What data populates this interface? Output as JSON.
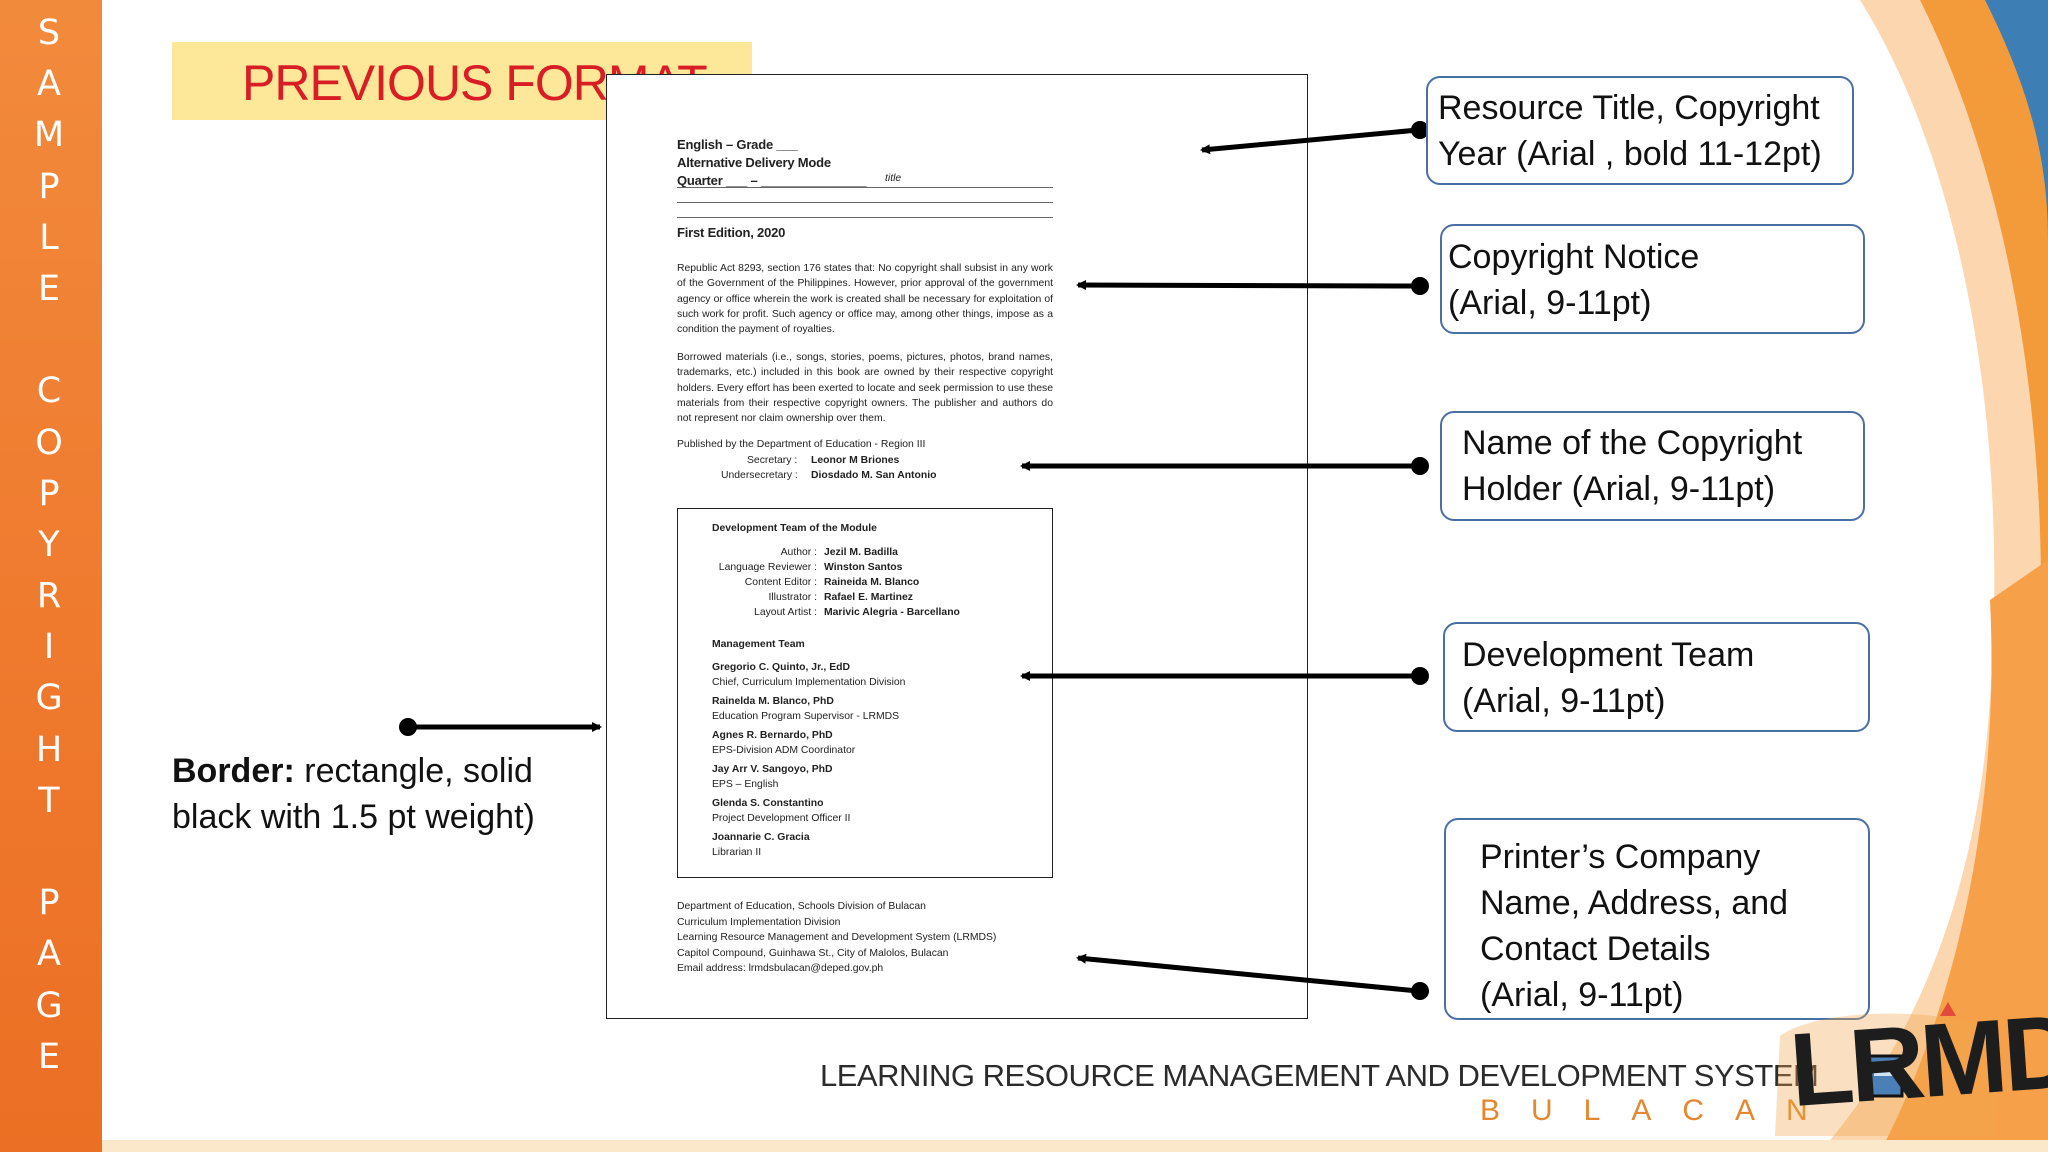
{
  "side_band": {
    "letters": [
      "S",
      "A",
      "M",
      "P",
      "L",
      "E",
      "",
      "C",
      "O",
      "P",
      "Y",
      "R",
      "I",
      "G",
      "H",
      "T",
      "",
      "P",
      "A",
      "G",
      "E"
    ]
  },
  "banner": {
    "title": "PREVIOUS FORMAT"
  },
  "document": {
    "header": {
      "line1": "English – Grade ___",
      "line2": "Alternative Delivery Mode",
      "line3": "Quarter ___ – _______________",
      "title_placeholder": "title"
    },
    "edition": "First Edition, 2020",
    "copyright_paragraph": "Republic Act 8293, section 176 states that: No copyright shall subsist in any work of the Government of the Philippines. However, prior approval of the government agency or office wherein the work is created shall be necessary for exploitation of such work for profit. Such agency or office may, among other things, impose as a condition the payment of royalties.",
    "borrowed_paragraph": "Borrowed materials (i.e., songs, stories, poems, pictures, photos, brand names, trademarks, etc.) included in this book are owned by their respective copyright holders. Every effort has been exerted to locate and seek permission to use these materials from their respective copyright owners. The publisher and authors do not represent nor claim ownership over them.",
    "publisher": {
      "line": "Published by the Department of Education - Region III",
      "secretary_label": "Secretary :",
      "secretary_name": "Leonor M Briones",
      "undersecretary_label": "Undersecretary :",
      "undersecretary_name": "Diosdado M. San Antonio"
    },
    "development_team": {
      "heading": "Development Team of the Module",
      "roles": [
        {
          "label": "Author :",
          "name": "Jezil M. Badilla"
        },
        {
          "label": "Language Reviewer :",
          "name": "Winston Santos"
        },
        {
          "label": "Content Editor :",
          "name": "Raineida M. Blanco"
        },
        {
          "label": "Illustrator :",
          "name": "Rafael E. Martinez"
        },
        {
          "label": "Layout Artist :",
          "name": "Marivic Alegria - Barcellano"
        }
      ],
      "management_heading": "Management Team",
      "management": [
        {
          "name": "Gregorio C. Quinto, Jr., EdD",
          "title": "Chief, Curriculum Implementation Division"
        },
        {
          "name": "Rainelda M. Blanco, PhD",
          "title": "Education Program Supervisor - LRMDS"
        },
        {
          "name": "Agnes R. Bernardo, PhD",
          "title": "EPS-Division ADM Coordinator"
        },
        {
          "name": "Jay Arr V. Sangoyo, PhD",
          "title": "EPS – English"
        },
        {
          "name": "Glenda S. Constantino",
          "title": "Project Development Officer II"
        },
        {
          "name": "Joannarie C. Gracia",
          "title": "Librarian II"
        }
      ]
    },
    "address_lines": [
      "Department of Education, Schools Division of Bulacan",
      "Curriculum Implementation Division",
      "Learning Resource Management and Development System (LRMDS)",
      "Capitol Compound, Guinhawa St., City of Malolos, Bulacan",
      "Email address: lrmdsbulacan@deped.gov.ph"
    ]
  },
  "callouts": {
    "resource_title": [
      "Resource Title, Copyright",
      "Year (Arial , bold 11-12pt)"
    ],
    "copyright_notice": [
      "Copyright Notice",
      "(Arial, 9-11pt)"
    ],
    "copyright_holder": [
      "Name of the Copyright",
      "Holder (Arial, 9-11pt)"
    ],
    "development_team": [
      "Development Team",
      "(Arial, 9-11pt)"
    ],
    "printer": [
      "Printer’s Company",
      "Name, Address, and",
      "Contact Details",
      "(Arial, 9-11pt)"
    ]
  },
  "border_note": {
    "label": "Border:",
    "text": " rectangle, solid black with 1.5 pt weight)"
  },
  "footer": {
    "line1": "LEARNING RESOURCE MANAGEMENT AND DEVELOPMENT SYSTEM",
    "line2": "BULACAN",
    "logo_text": "LRMDS"
  },
  "colors": {
    "side_band": "#ef7a2e",
    "banner_bg": "#fde89a",
    "banner_text": "#d81e24",
    "callout_border": "#4a6fa5",
    "footer_accent": "#e3882e"
  }
}
